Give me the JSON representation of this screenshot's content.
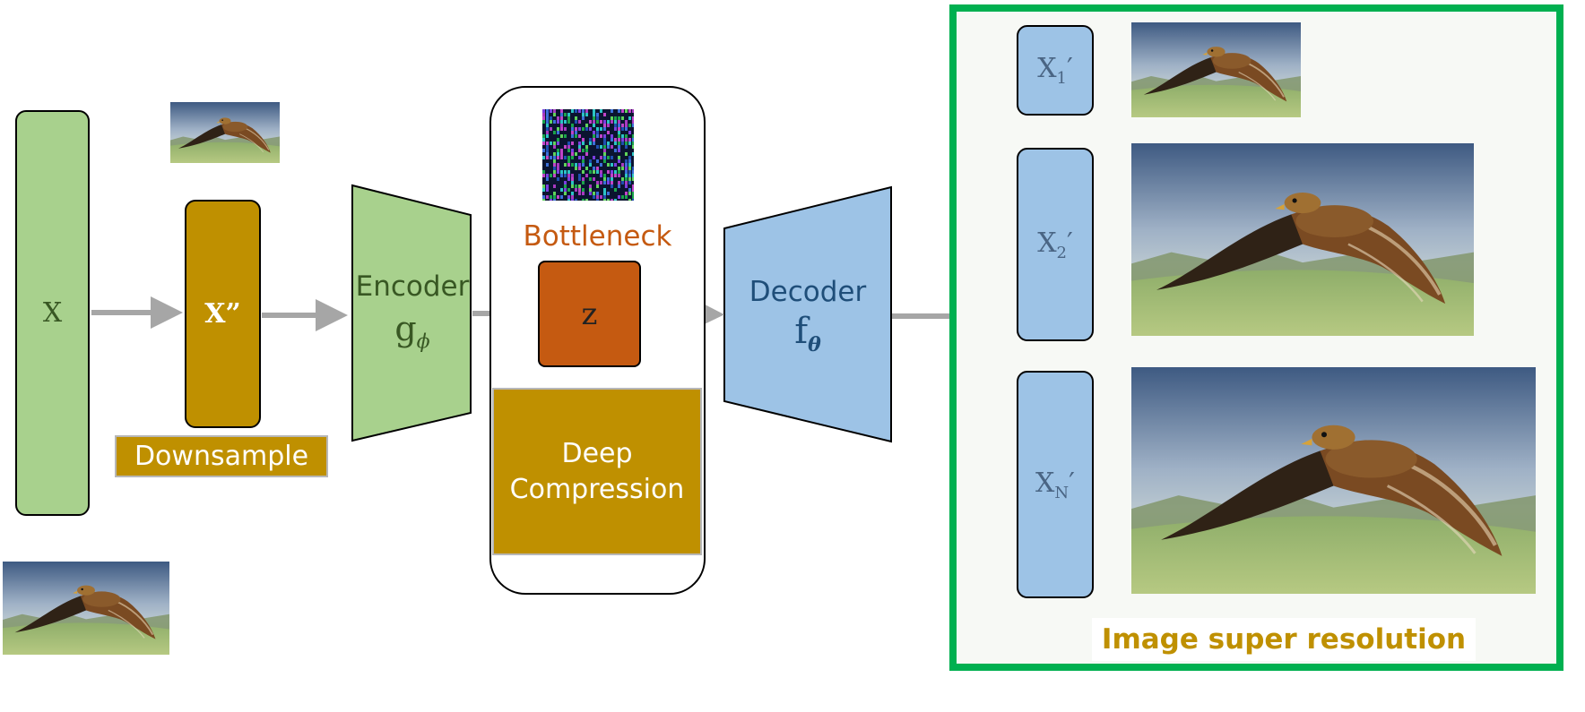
{
  "diagram": {
    "input": {
      "label": "X"
    },
    "downsampled": {
      "label": "X”"
    },
    "downsample_label": "Downsample",
    "encoder": {
      "title": "Encoder",
      "symbol": "g",
      "symbol_sub": "ϕ"
    },
    "bottleneck": {
      "title": "Bottleneck",
      "latent": "z"
    },
    "deep_compression": {
      "line1": "Deep",
      "line2": "Compression"
    },
    "decoder": {
      "title": "Decoder",
      "symbol": "f",
      "symbol_sub": "θ"
    },
    "outputs": [
      {
        "label": "X",
        "sub": "1",
        "prime": "′"
      },
      {
        "label": "X",
        "sub": "2",
        "prime": "′"
      },
      {
        "label": "X",
        "sub": "N",
        "prime": "′"
      }
    ],
    "output_group_label": "Image super resolution",
    "colors": {
      "green_block": "#a8d18d",
      "gold_block": "#bf9000",
      "orange_block": "#c55a11",
      "blue_block": "#9dc3e6",
      "arrow": "#a6a6a6",
      "output_border": "#00b050"
    }
  }
}
